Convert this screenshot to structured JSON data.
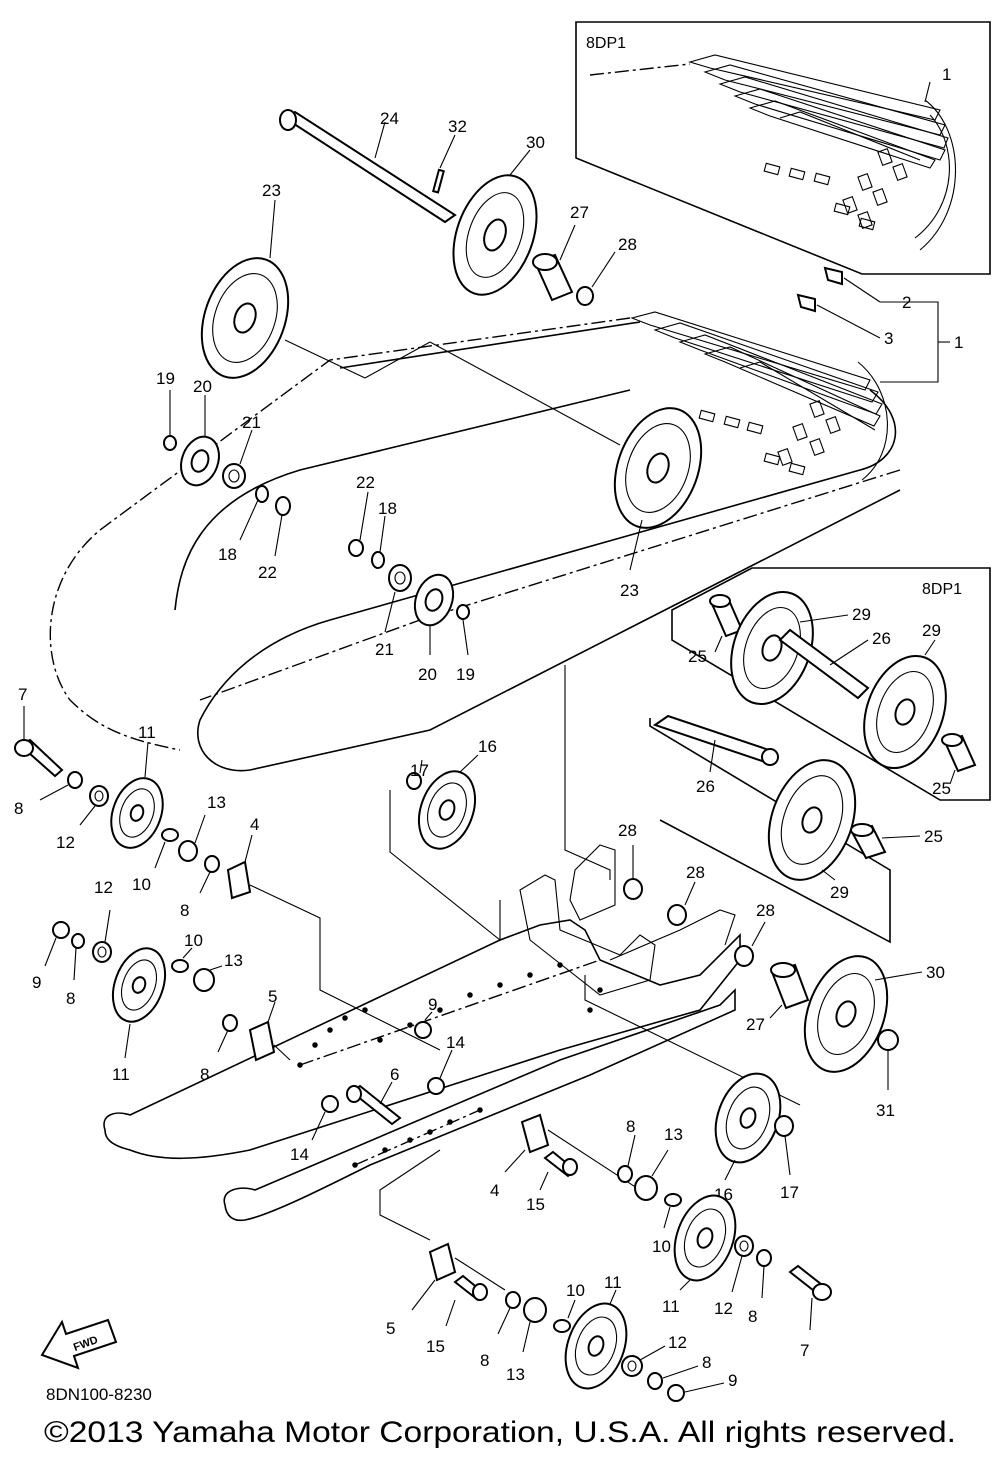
{
  "diagram": {
    "inset_top_label": "8DP1",
    "inset_right_label": "8DP1",
    "part_code": "8DN100-8230",
    "fwd_label": "FWD",
    "copyright": "©2013 Yamaha Motor Corporation, U.S.A. All rights reserved.",
    "callouts": [
      {
        "id": "c1",
        "text": "1"
      },
      {
        "id": "c2",
        "text": "1"
      },
      {
        "id": "c3",
        "text": "2"
      },
      {
        "id": "c4",
        "text": "3"
      },
      {
        "id": "c5",
        "text": "24"
      },
      {
        "id": "c6",
        "text": "32"
      },
      {
        "id": "c7",
        "text": "30"
      },
      {
        "id": "c8",
        "text": "23"
      },
      {
        "id": "c9",
        "text": "27"
      },
      {
        "id": "c10",
        "text": "28"
      },
      {
        "id": "c11",
        "text": "19"
      },
      {
        "id": "c12",
        "text": "20"
      },
      {
        "id": "c13",
        "text": "21"
      },
      {
        "id": "c14",
        "text": "18"
      },
      {
        "id": "c15",
        "text": "22"
      },
      {
        "id": "c16",
        "text": "22"
      },
      {
        "id": "c17",
        "text": "18"
      },
      {
        "id": "c18",
        "text": "23"
      },
      {
        "id": "c19",
        "text": "21"
      },
      {
        "id": "c20",
        "text": "20"
      },
      {
        "id": "c21",
        "text": "19"
      },
      {
        "id": "c22",
        "text": "29"
      },
      {
        "id": "c23",
        "text": "26"
      },
      {
        "id": "c24",
        "text": "29"
      },
      {
        "id": "c25",
        "text": "25"
      },
      {
        "id": "c26",
        "text": "25"
      },
      {
        "id": "c27",
        "text": "7"
      },
      {
        "id": "c28",
        "text": "11"
      },
      {
        "id": "c29",
        "text": "8"
      },
      {
        "id": "c30",
        "text": "12"
      },
      {
        "id": "c31",
        "text": "10"
      },
      {
        "id": "c32",
        "text": "13"
      },
      {
        "id": "c33",
        "text": "4"
      },
      {
        "id": "c34",
        "text": "8"
      },
      {
        "id": "c35",
        "text": "17"
      },
      {
        "id": "c36",
        "text": "16"
      },
      {
        "id": "c37",
        "text": "26"
      },
      {
        "id": "c38",
        "text": "25"
      },
      {
        "id": "c39",
        "text": "28"
      },
      {
        "id": "c40",
        "text": "29"
      },
      {
        "id": "c41",
        "text": "12"
      },
      {
        "id": "c42",
        "text": "9"
      },
      {
        "id": "c43",
        "text": "8"
      },
      {
        "id": "c44",
        "text": "10"
      },
      {
        "id": "c45",
        "text": "13"
      },
      {
        "id": "c46",
        "text": "11"
      },
      {
        "id": "c47",
        "text": "5"
      },
      {
        "id": "c48",
        "text": "8"
      },
      {
        "id": "c49",
        "text": "28"
      },
      {
        "id": "c50",
        "text": "28"
      },
      {
        "id": "c51",
        "text": "30"
      },
      {
        "id": "c52",
        "text": "27"
      },
      {
        "id": "c53",
        "text": "9"
      },
      {
        "id": "c54",
        "text": "14"
      },
      {
        "id": "c55",
        "text": "6"
      },
      {
        "id": "c56",
        "text": "31"
      },
      {
        "id": "c57",
        "text": "14"
      },
      {
        "id": "c58",
        "text": "8"
      },
      {
        "id": "c59",
        "text": "13"
      },
      {
        "id": "c60",
        "text": "16"
      },
      {
        "id": "c61",
        "text": "17"
      },
      {
        "id": "c62",
        "text": "4"
      },
      {
        "id": "c63",
        "text": "15"
      },
      {
        "id": "c64",
        "text": "10"
      },
      {
        "id": "c65",
        "text": "11"
      },
      {
        "id": "c66",
        "text": "12"
      },
      {
        "id": "c67",
        "text": "8"
      },
      {
        "id": "c68",
        "text": "7"
      },
      {
        "id": "c69",
        "text": "5"
      },
      {
        "id": "c70",
        "text": "15"
      },
      {
        "id": "c71",
        "text": "10"
      },
      {
        "id": "c72",
        "text": "11"
      },
      {
        "id": "c73",
        "text": "8"
      },
      {
        "id": "c74",
        "text": "13"
      },
      {
        "id": "c75",
        "text": "12"
      },
      {
        "id": "c76",
        "text": "8"
      },
      {
        "id": "c77",
        "text": "9"
      }
    ]
  }
}
